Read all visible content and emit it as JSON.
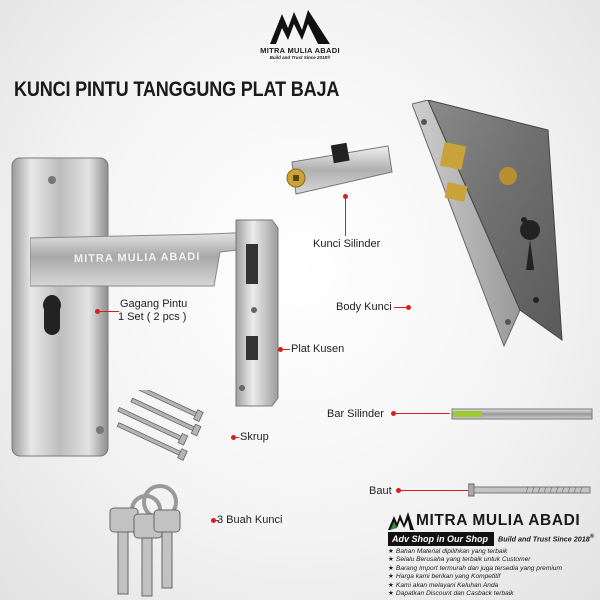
{
  "brand": {
    "name": "MITRA MULIA ABADI",
    "tagline": "Build and Trust Since 2018",
    "registered_mark": "®"
  },
  "title": "KUNCI PINTU TANGGUNG PLAT BAJA",
  "handle_watermark": "MITRA MULIA ABADI",
  "labels": {
    "gagang_line1": "Gagang Pintu",
    "gagang_line2": "1 Set ( 2 pcs )",
    "plat_kusen": "Plat Kusen",
    "kunci_silinder": "Kunci Silinder",
    "body_kunci": "Body Kunci",
    "bar_silinder": "Bar Silinder",
    "baut": "Baut",
    "skrup": "Skrup",
    "buah_kunci": "3 Buah Kunci"
  },
  "shop": {
    "brand_name": "MITRA MULIA ABADI",
    "adv": "Adv Shop in Our Shop",
    "since": "Build and Trust Since 2018",
    "registered_mark": "®",
    "bullets": [
      "Bahan Material dipilihkan yang terbaik",
      "Selalu Berusaha yang terbaik untuk Customer",
      "Barang Import termurah dan juga tersedia yang premium",
      "Harga kami berikan yang Kompetitif",
      "Kami akan melayani Keluhan Anda",
      "Dapatkan Discount dan Casback terbaik"
    ]
  },
  "colors": {
    "callout": "#d42020",
    "bar_accent": "#9acd32",
    "steel": "#b8b8b8",
    "brass": "#c9a23a"
  }
}
